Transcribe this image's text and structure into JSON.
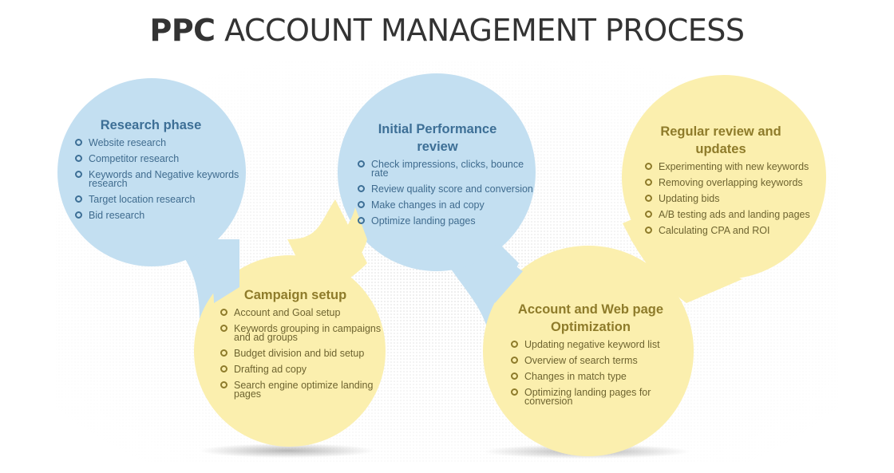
{
  "title": {
    "bold": "PPC",
    "rest": "ACCOUNT MANAGEMENT PROCESS"
  },
  "colors": {
    "blue_fill": "#c3dff1",
    "yellow_fill": "#fbefae",
    "blue_text": "#3d6f96",
    "yellow_text": "#8e7b2a"
  },
  "phases": [
    {
      "title": "Research phase",
      "items": [
        "Website research",
        "Competitor research",
        "Keywords and Negative keywords research",
        "Target location research",
        "Bid research"
      ]
    },
    {
      "title": "Campaign setup",
      "items": [
        "Account and Goal setup",
        "Keywords grouping in campaigns and ad groups",
        "Budget division and bid setup",
        "Drafting ad copy",
        "Search engine optimize landing pages"
      ]
    },
    {
      "title": "Initial Performance review",
      "items": [
        "Check impressions, clicks, bounce rate",
        "Review quality score and conversion",
        "Make changes in ad copy",
        "Optimize landing pages"
      ]
    },
    {
      "title": "Account and Web page Optimization",
      "items": [
        "Updating negative keyword list",
        "Overview of search terms",
        "Changes in match type",
        "Optimizing landing pages for conversion"
      ]
    },
    {
      "title": "Regular review and updates",
      "items": [
        "Experimenting with new keywords",
        "Removing overlapping keywords",
        "Updating bids",
        "A/B testing ads and landing pages",
        "Calculating CPA and ROI"
      ]
    }
  ]
}
